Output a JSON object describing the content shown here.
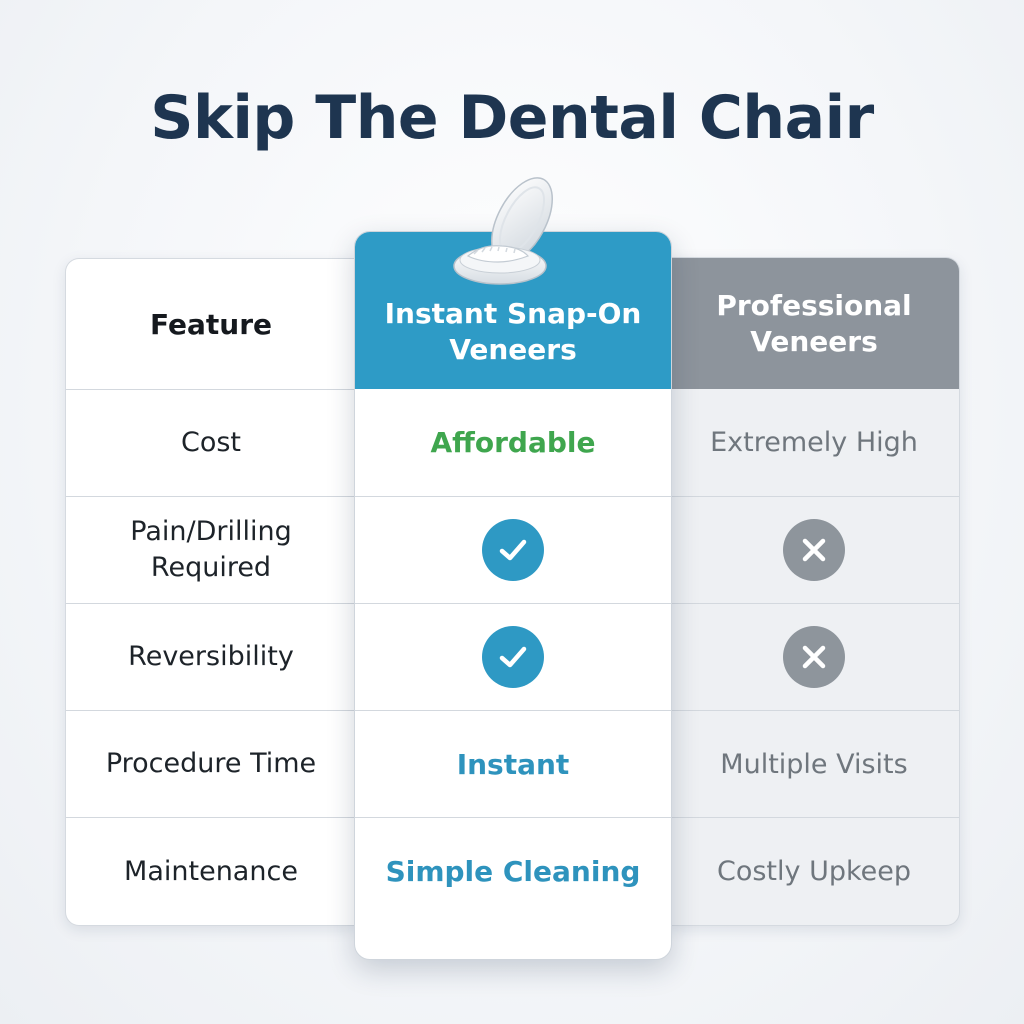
{
  "title": "Skip The Dental Chair",
  "table": {
    "header": {
      "feature": "Feature",
      "snap_on": "Instant Snap-On Veneers",
      "professional": "Professional Veneers"
    },
    "rows": [
      {
        "feature": "Cost",
        "snap_on": "Affordable",
        "professional": "Extremely High"
      },
      {
        "feature": "Pain/Drilling Required",
        "snap_on_icon": "checkmark-icon",
        "professional_icon": "x-icon"
      },
      {
        "feature": "Reversibility",
        "snap_on_icon": "checkmark-icon",
        "professional_icon": "x-icon"
      },
      {
        "feature": "Procedure Time",
        "snap_on": "Instant",
        "professional": "Multiple Visits"
      },
      {
        "feature": "Maintenance",
        "snap_on": "Simple Cleaning",
        "professional": "Costly Upkeep"
      }
    ]
  },
  "colors": {
    "title": "#1e3550",
    "snap_header": "#2e9bc6",
    "pro_header": "#8d949c",
    "accent_green": "#3fa64e",
    "accent_blue": "#2e93bd",
    "muted_gray": "#6f767d"
  },
  "icons": {
    "product": "veneer-case-icon",
    "yes": "checkmark-icon",
    "no": "x-icon"
  }
}
